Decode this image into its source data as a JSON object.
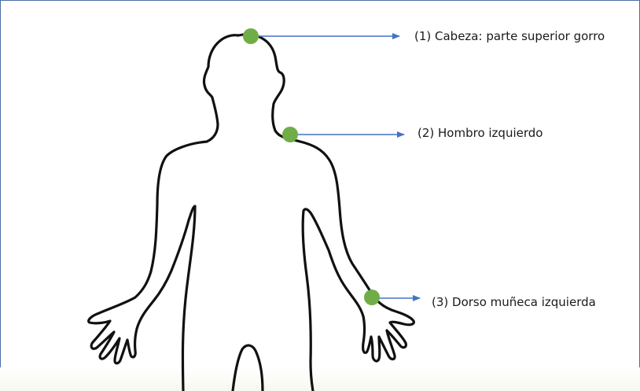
{
  "annotations": [
    {
      "id": "1",
      "text": "(1) Cabeza: parte superior gorro"
    },
    {
      "id": "2",
      "text": "(2) Hombro izquierdo"
    },
    {
      "id": "3",
      "text": "(3) Dorso muñeca izquierda"
    }
  ],
  "colors": {
    "marker": "#70ad47",
    "arrow": "#4472c4",
    "outline": "#111111",
    "frame": "#4a6fa8"
  }
}
